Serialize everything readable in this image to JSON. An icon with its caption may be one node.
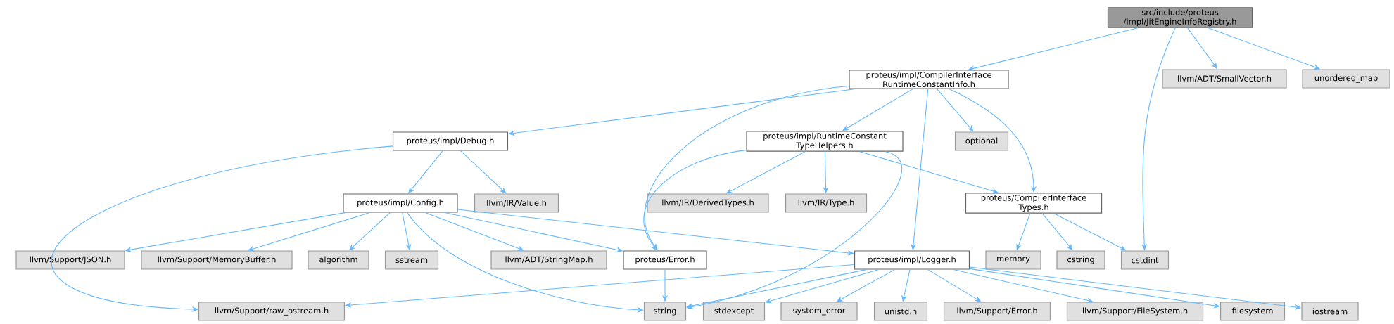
{
  "diagram": {
    "nodes": [
      {
        "text": [
          "src/include/proteus /impl/JitEngineInfoRegistry.h"
        ]
      },
      {
        "text": [
          "proteus/impl/CompilerInterface RuntimeConstantInfo.h"
        ]
      },
      {
        "text": [
          "llvm/ADT/SmallVector.h"
        ]
      },
      {
        "text": [
          "unordered_map"
        ]
      },
      {
        "text": [
          "cstdint"
        ]
      },
      {
        "text": [
          "proteus/impl/Debug.h"
        ]
      },
      {
        "text": [
          "proteus/impl/RuntimeConstant TypeHelpers.h"
        ]
      },
      {
        "text": [
          "optional"
        ]
      },
      {
        "text": [
          "proteus/impl/Config.h"
        ]
      },
      {
        "text": [
          "llvm/IR/Value.h"
        ]
      },
      {
        "text": [
          "llvm/IR/DerivedTypes.h"
        ]
      },
      {
        "text": [
          "llvm/IR/Type.h"
        ]
      },
      {
        "text": [
          "proteus/CompilerInterface Types.h"
        ]
      },
      {
        "text": [
          "llvm/Support/JSON.h"
        ]
      },
      {
        "text": [
          "llvm/Support/MemoryBuffer.h"
        ]
      },
      {
        "text": [
          "algorithm"
        ]
      },
      {
        "text": [
          "sstream"
        ]
      },
      {
        "text": [
          "llvm/ADT/StringMap.h"
        ]
      },
      {
        "text": [
          "proteus/Error.h"
        ]
      },
      {
        "text": [
          "proteus/impl/Logger.h"
        ]
      },
      {
        "text": [
          "memory"
        ]
      },
      {
        "text": [
          "cstring"
        ]
      },
      {
        "text": [
          "llvm/Support/raw_ostream.h"
        ]
      },
      {
        "text": [
          "string"
        ]
      },
      {
        "text": [
          "stdexcept"
        ]
      },
      {
        "text": [
          "system_error"
        ]
      },
      {
        "text": [
          "unistd.h"
        ]
      },
      {
        "text": [
          "llvm/Support/Error.h"
        ]
      },
      {
        "text": [
          "llvm/Support/FileSystem.h"
        ]
      },
      {
        "text": [
          "filesystem"
        ]
      },
      {
        "text": [
          "iostream"
        ]
      }
    ],
    "edges": [
      {
        "from": 0,
        "to": 1,
        "arrow": "to"
      },
      {
        "from": 0,
        "to": 4,
        "arrow": "to"
      },
      {
        "from": 0,
        "to": 2,
        "arrow": "to"
      },
      {
        "from": 0,
        "to": 3,
        "arrow": "to"
      },
      {
        "from": 1,
        "to": 5,
        "arrow": "to"
      },
      {
        "from": 1,
        "to": 18,
        "arrow": "to"
      },
      {
        "from": 1,
        "to": 6,
        "arrow": "to"
      },
      {
        "from": 1,
        "to": 7,
        "arrow": "to"
      },
      {
        "from": 1,
        "to": 19,
        "arrow": "to"
      },
      {
        "from": 1,
        "to": 12,
        "arrow": "to"
      },
      {
        "from": 5,
        "to": 22,
        "arrow": "to"
      },
      {
        "from": 5,
        "to": 8,
        "arrow": "to"
      },
      {
        "from": 5,
        "to": 9,
        "arrow": "to"
      },
      {
        "from": 6,
        "to": 18,
        "arrow": "to"
      },
      {
        "from": 6,
        "to": 10,
        "arrow": "to"
      },
      {
        "from": 6,
        "to": 11,
        "arrow": "to"
      },
      {
        "from": 6,
        "to": 23,
        "arrow": "to"
      },
      {
        "from": 6,
        "to": 12,
        "arrow": "to"
      },
      {
        "from": 12,
        "to": 20,
        "arrow": "to"
      },
      {
        "from": 12,
        "to": 21,
        "arrow": "to"
      },
      {
        "from": 12,
        "to": 4,
        "arrow": "to"
      },
      {
        "from": 8,
        "to": 13,
        "arrow": "to"
      },
      {
        "from": 8,
        "to": 14,
        "arrow": "to"
      },
      {
        "from": 8,
        "to": 15,
        "arrow": "to"
      },
      {
        "from": 8,
        "to": 16,
        "arrow": "to"
      },
      {
        "from": 8,
        "to": 17,
        "arrow": "to"
      },
      {
        "from": 8,
        "to": 18,
        "arrow": "to"
      },
      {
        "from": 8,
        "to": 19,
        "arrow": "to"
      },
      {
        "from": 8,
        "to": 23,
        "arrow": "to"
      },
      {
        "from": 18,
        "to": 23,
        "arrow": "to"
      },
      {
        "from": 19,
        "to": 22,
        "arrow": "to"
      },
      {
        "from": 19,
        "to": 23,
        "arrow": "to"
      },
      {
        "from": 19,
        "to": 24,
        "arrow": "to"
      },
      {
        "from": 19,
        "to": 25,
        "arrow": "to"
      },
      {
        "from": 19,
        "to": 26,
        "arrow": "to"
      },
      {
        "from": 19,
        "to": 27,
        "arrow": "to"
      },
      {
        "from": 19,
        "to": 28,
        "arrow": "to"
      },
      {
        "from": 19,
        "to": 29,
        "arrow": "to"
      },
      {
        "from": 19,
        "to": 30,
        "arrow": "to"
      }
    ]
  }
}
